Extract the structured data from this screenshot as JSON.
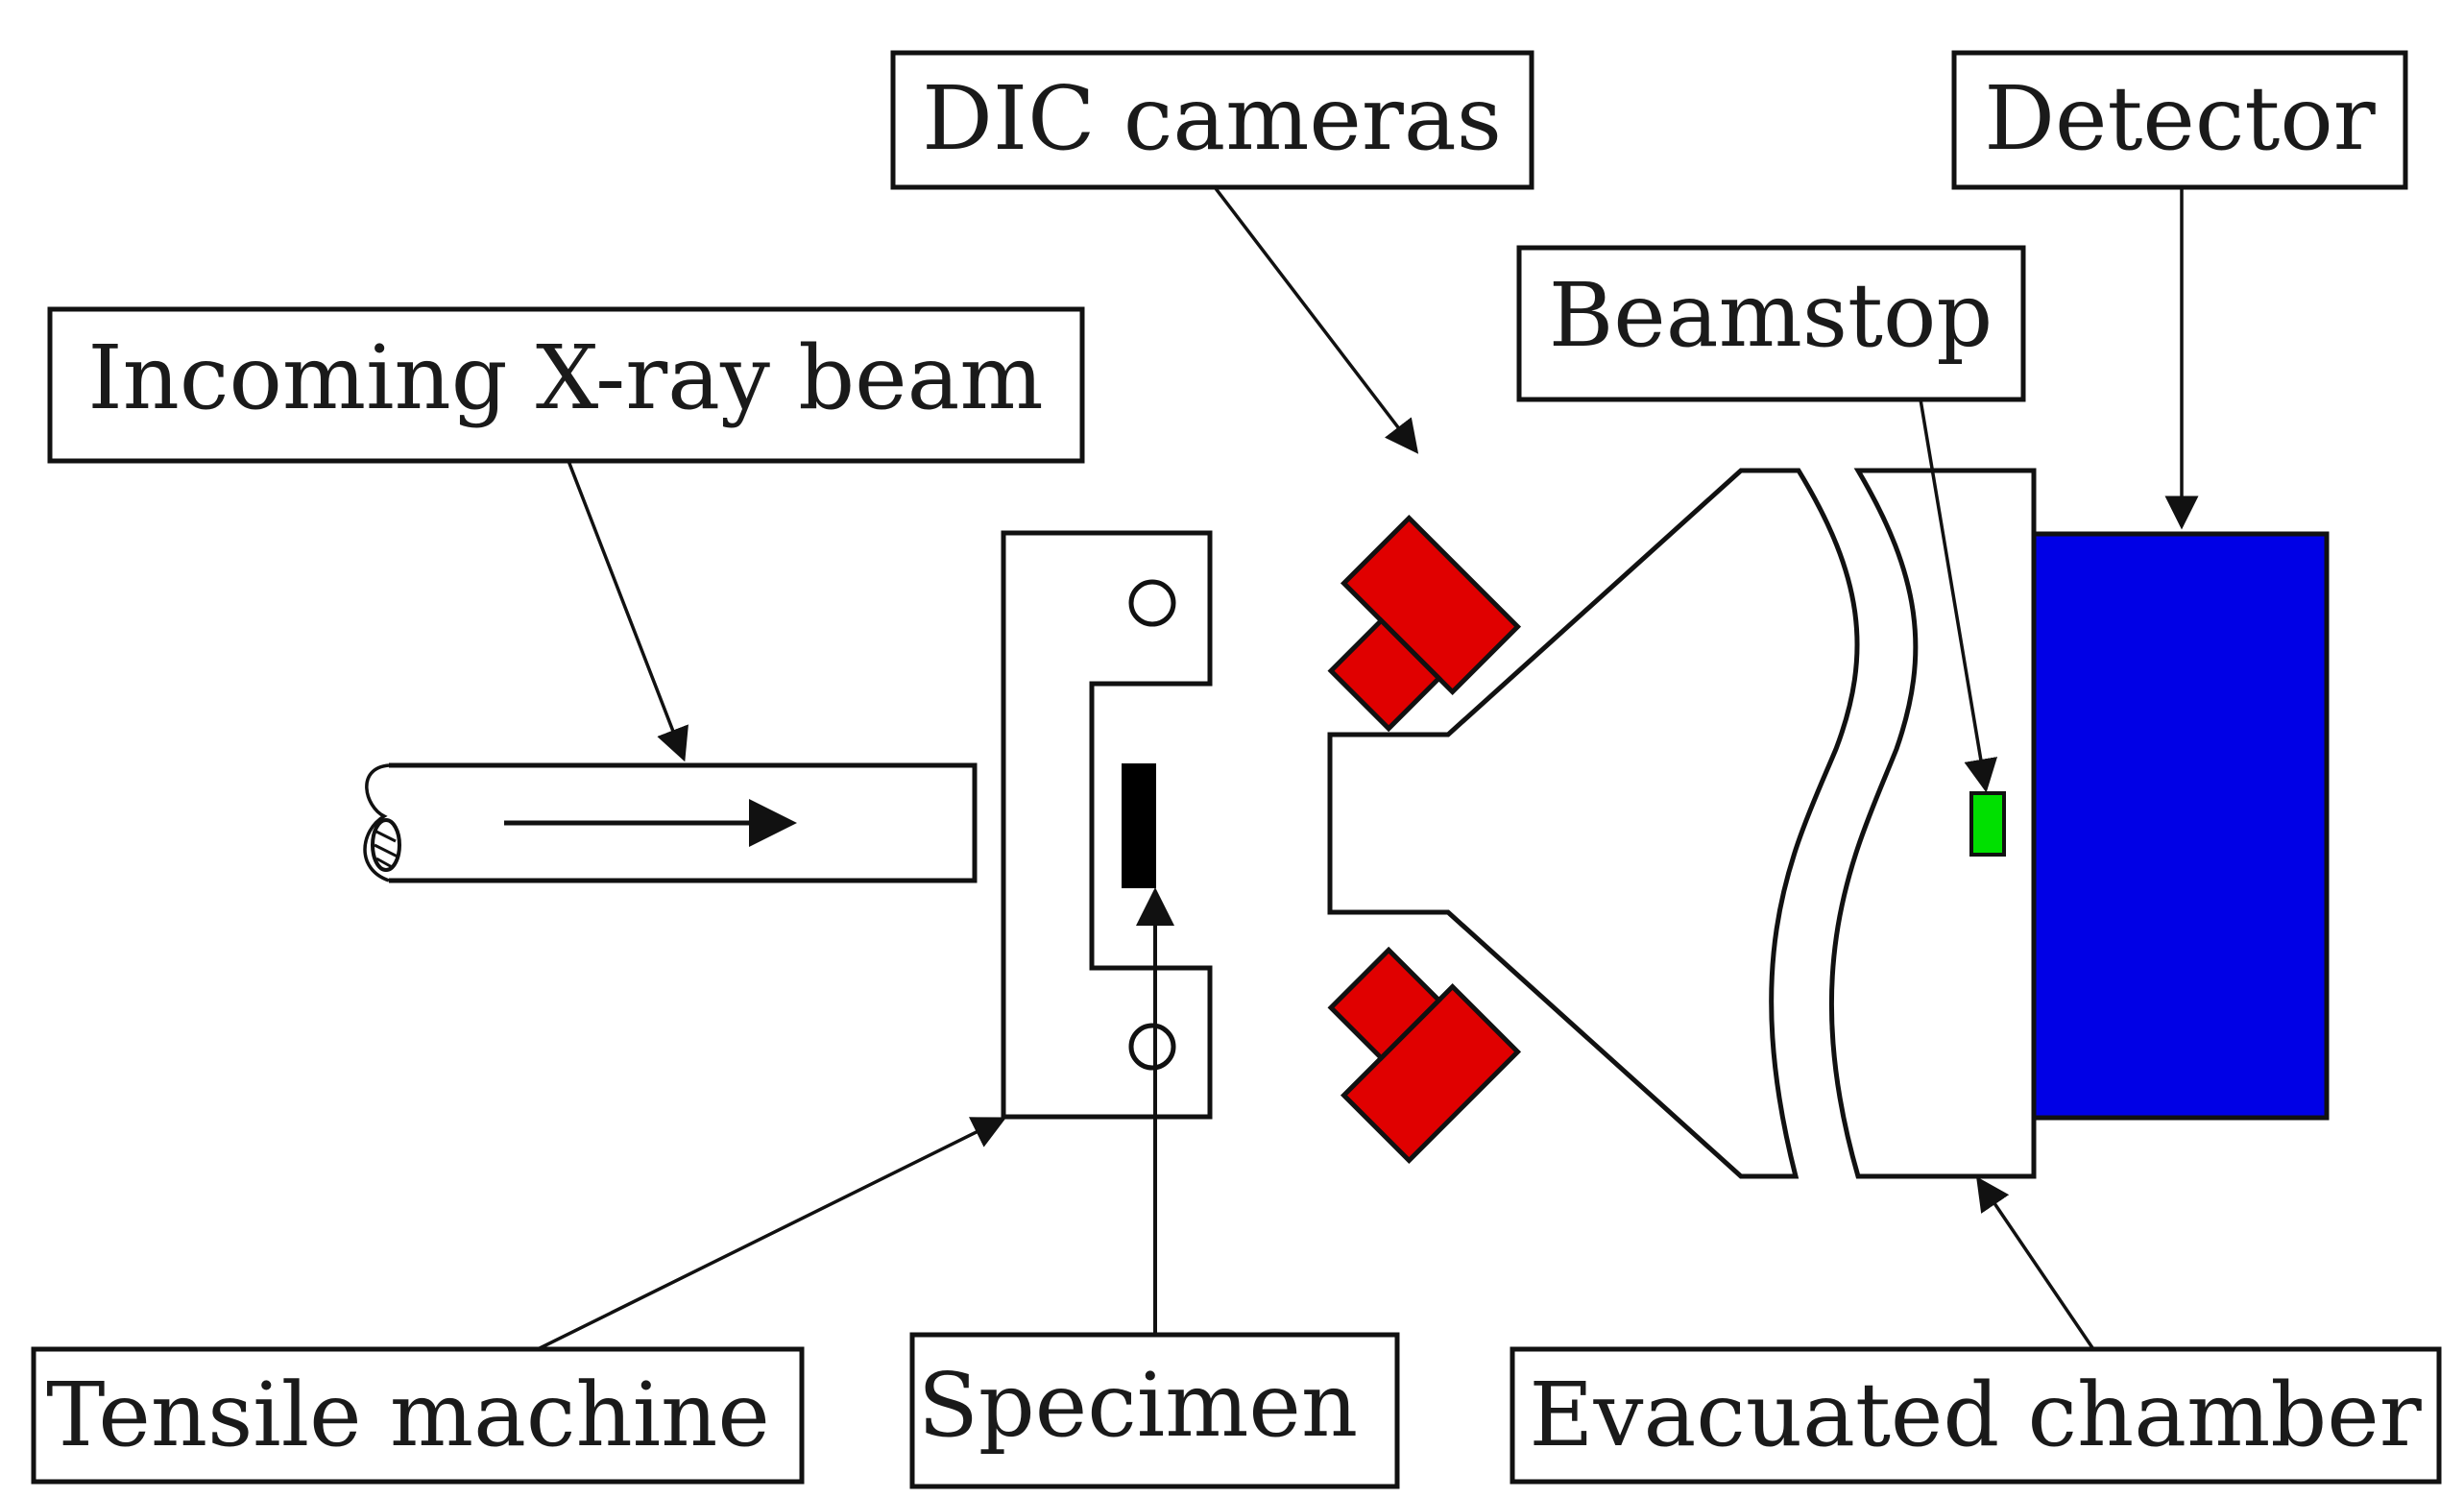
{
  "labels": {
    "dic_cameras": "DIC cameras",
    "detector": "Detector",
    "beamstop": "Beamstop",
    "incoming_beam": "Incoming X-ray beam",
    "tensile_machine": "Tensile machine",
    "specimen": "Specimen",
    "evacuated_chamber": "Evacuated chamber"
  },
  "colors": {
    "camera": "#e00000",
    "detector": "#0000e6",
    "beamstop": "#00e000",
    "specimen": "#000000"
  }
}
